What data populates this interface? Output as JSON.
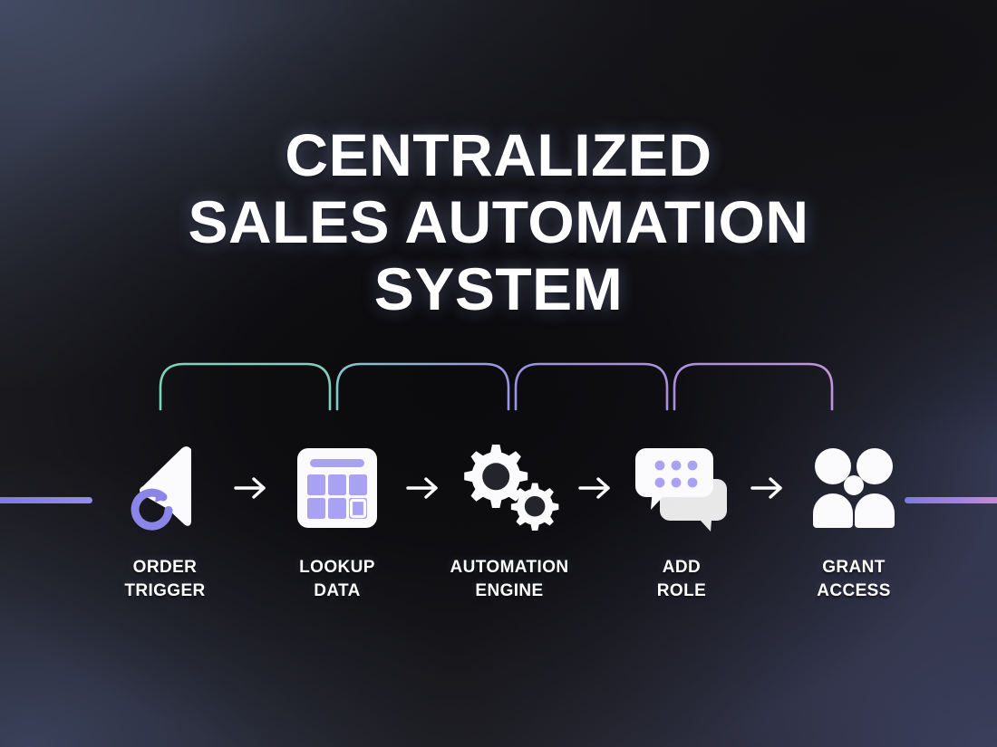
{
  "title": "CENTRALIZED\nSALES AUTOMATION\nSYSTEM",
  "colors": {
    "background_dark": "#1a1a1c",
    "background_blue_grey": "#3e4660",
    "accent_purple": "#8b85ea",
    "accent_light_purple": "#a9a2f2",
    "accent_pink": "#cb8ad6",
    "accent_mint": "#7fd4b8",
    "text_white": "#ffffff",
    "icon_white": "#fbfbfd"
  },
  "arcs": [
    {
      "name": "arc-1",
      "color_start": "#7fd4b8",
      "color_end": "#83cfc0"
    },
    {
      "name": "arc-2",
      "color_start": "#83c6cb",
      "color_end": "#9b94e4"
    },
    {
      "name": "arc-3",
      "color_start": "#9a92e3",
      "color_end": "#a98fda"
    },
    {
      "name": "arc-4",
      "color_start": "#a88fda",
      "color_end": "#c092dd"
    }
  ],
  "rails": {
    "left": {
      "name": "rail-left",
      "color_start": "#7d78e8",
      "color_end": "#928ceb"
    },
    "right": {
      "name": "rail-right",
      "color_start": "#7d78e8",
      "color_end": "#cb8ad6"
    }
  },
  "steps": [
    {
      "icon": "cursor-refresh-icon",
      "label": "ORDER\nTRIGGER"
    },
    {
      "icon": "table-grid-icon",
      "label": "LOOKUP\nDATA"
    },
    {
      "icon": "gears-icon",
      "label": "AUTOMATION\nENGINE"
    },
    {
      "icon": "chat-bubbles-icon",
      "label": "ADD\nROLE"
    },
    {
      "icon": "user-group-icon",
      "label": "GRANT\nACCESS"
    }
  ],
  "connectors": [
    {
      "icon": "arrow-right-icon"
    },
    {
      "icon": "arrow-right-icon"
    },
    {
      "icon": "arrow-right-icon"
    },
    {
      "icon": "arrow-right-icon"
    }
  ]
}
